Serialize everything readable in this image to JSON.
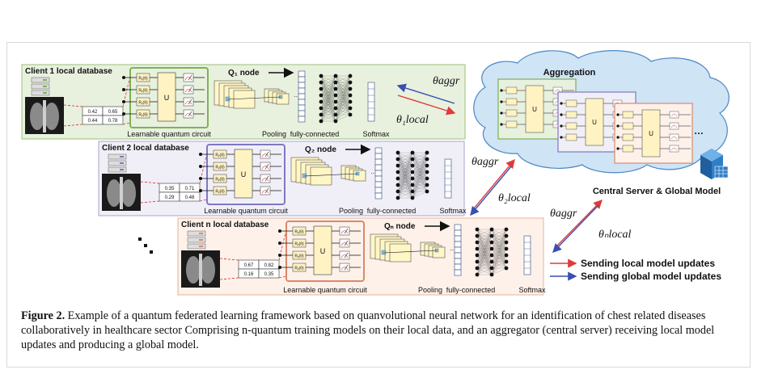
{
  "clients": [
    {
      "title": "Client 1 local database",
      "node": "Q₁ node",
      "matrix": [
        "0.42",
        "0.65",
        "0.44",
        "0.78"
      ]
    },
    {
      "title": "Client 2 local database",
      "node": "Q₂ node",
      "matrix": [
        "0.35",
        "0.71",
        "0.29",
        "0.48"
      ]
    },
    {
      "title": "Client n local database",
      "node": "Qₙ node",
      "matrix": [
        "0.67",
        "0.82",
        "0.16",
        "0.35"
      ]
    }
  ],
  "labels": {
    "lqc": "Learnable quantum circuit",
    "pooling": "Pooling",
    "fc": "fully-connected",
    "softmax": "Softmax",
    "gate": "Rᵧ(θ)",
    "unitary": "U",
    "ellipsis": "…"
  },
  "arrows": [
    {
      "top": "θaggr",
      "bottom": "θ₁local"
    },
    {
      "top": "θaggr",
      "bottom": "θ₂local"
    },
    {
      "top": "θaggr",
      "bottom": "θₙlocal"
    }
  ],
  "server": {
    "aggregation": "Aggregation",
    "title": "Central Server & Global Model"
  },
  "legend": {
    "local": "Sending local model updates",
    "global": "Sending global model updates"
  },
  "caption": {
    "label": "Figure 2.",
    "text": " Example of a quantum federated learning framework based on quanvolutional neural network for an identification of chest related diseases collaboratively in healthcare sector Comprising n-quantum training models on their local data, and an aggregator (central server) receiving local model updates and producing a global model."
  },
  "colors": {
    "client1": "#e8f1de",
    "client2": "#f0eff7",
    "clientn": "#fdf1ea",
    "cloud": "#cfe4f5",
    "red": "#e03a3a",
    "blue": "#3a4fb0"
  }
}
